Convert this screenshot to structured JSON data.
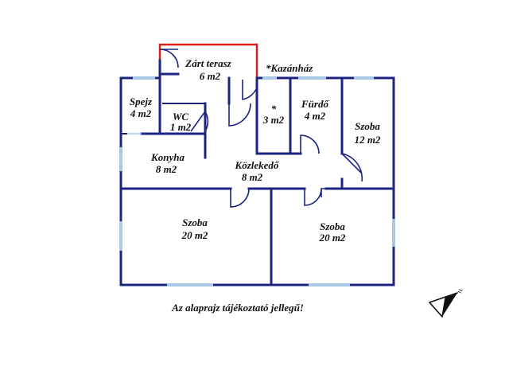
{
  "rooms": {
    "terrace": {
      "name": "Zárt terasz",
      "area": "6 m2"
    },
    "pantry": {
      "name": "Spejz",
      "area": "4 m2"
    },
    "wc": {
      "name": "WC",
      "area": "1 m2"
    },
    "star": {
      "name": "*",
      "area": "3 m2"
    },
    "bathroom": {
      "name": "Fürdő",
      "area": "4 m2"
    },
    "room_right": {
      "name": "Szoba",
      "area": "12 m2"
    },
    "kitchen": {
      "name": "Konyha",
      "area": "8 m2"
    },
    "hall": {
      "name": "Közlekedő",
      "area": "8 m2"
    },
    "room_left": {
      "name": "Szoba",
      "area": "20 m2"
    },
    "room_mid": {
      "name": "Szoba",
      "area": "20 m2"
    }
  },
  "boiler_note": "*Kazánház",
  "disclaimer": "Az alaprajz tájékoztató jellegű!",
  "compass_label": "N",
  "colors": {
    "wall": "#1b2480",
    "window": "#a9c8e6",
    "terrace": "#d62020"
  }
}
